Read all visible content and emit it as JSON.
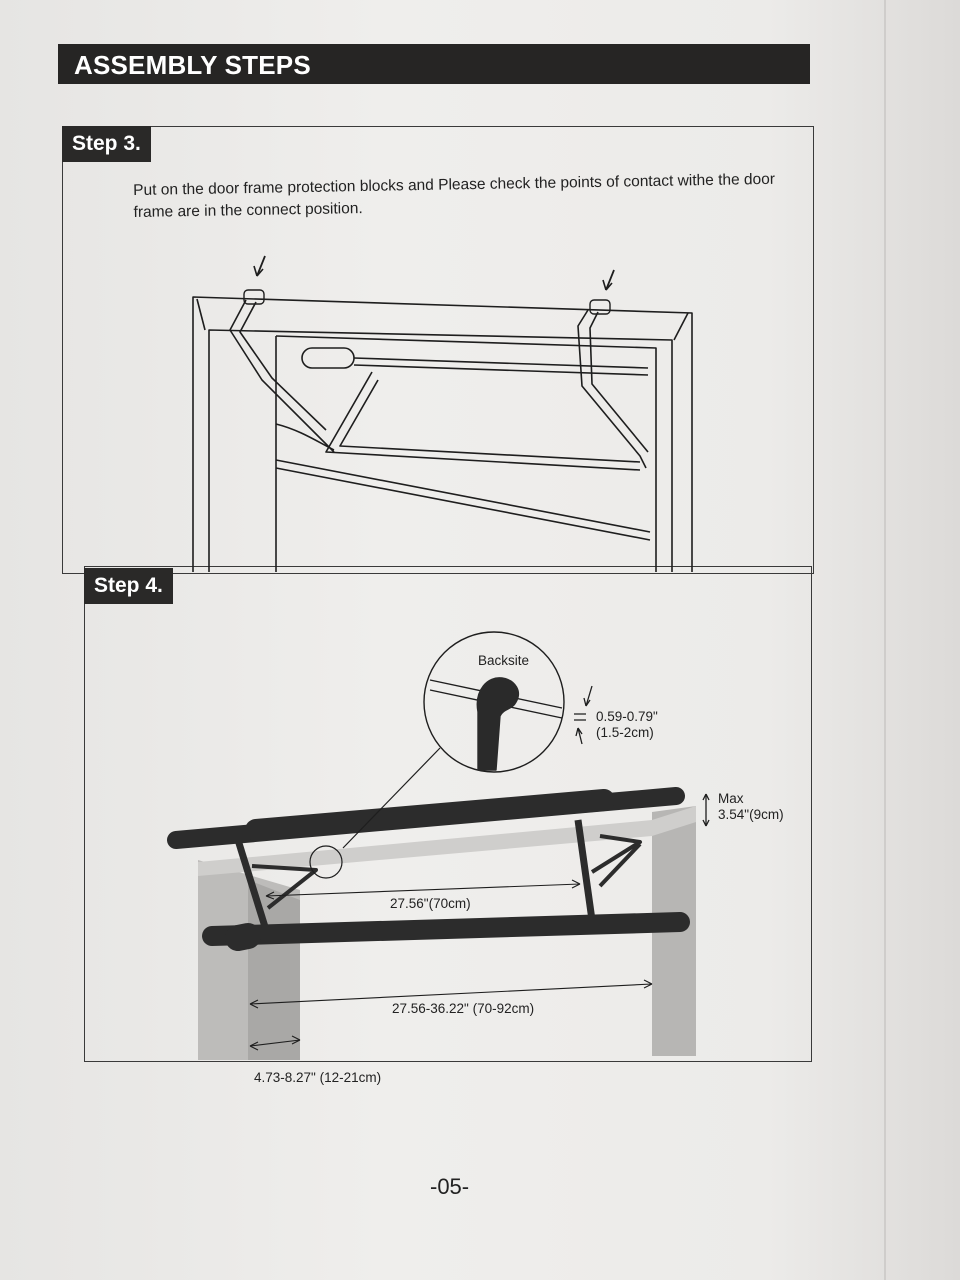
{
  "header": {
    "title": "ASSEMBLY STEPS"
  },
  "step3": {
    "tag": "Step 3.",
    "instruction": "Put on the door frame protection blocks and Please check the points of contact withe the door frame are in the connect position."
  },
  "step4": {
    "tag": "Step 4.",
    "detail_label": "Backsite",
    "thickness_imperial": "0.59-0.79\"",
    "thickness_metric": "(1.5-2cm)",
    "max_label": "Max",
    "max_value": "3.54\"(9cm)",
    "inner_width": "27.56\"(70cm)",
    "door_width": "27.56-36.22\" (70-92cm)",
    "frame_depth": "4.73-8.27\" (12-21cm)"
  },
  "footer": {
    "page_number": "-05-"
  },
  "colors": {
    "header_bg": "#262524",
    "ink": "#222222",
    "paper": "#ecebe9"
  }
}
